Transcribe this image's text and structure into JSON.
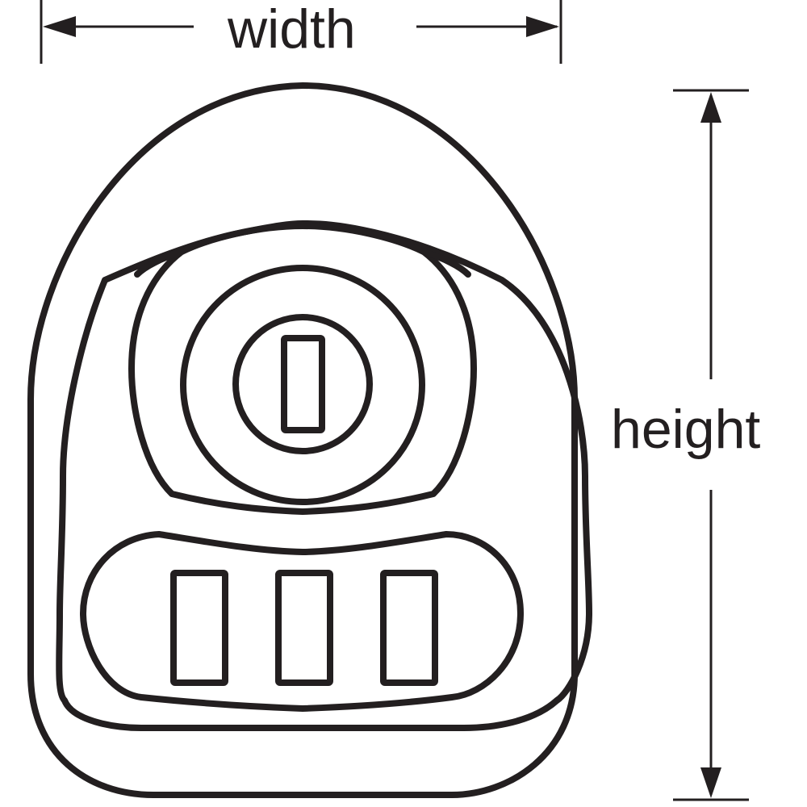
{
  "diagram": {
    "title": "Outlet adapter dimension drawing",
    "line_color": "#231f20",
    "background": "#ffffff",
    "dimensions": {
      "width": {
        "label": "width",
        "orientation": "horizontal"
      },
      "height": {
        "label": "height",
        "orientation": "vertical"
      }
    },
    "parts": {
      "body_outline": "rounded-dome outer housing",
      "inner_panel": "inner raised panel",
      "round_socket": {
        "rings": 3,
        "center_slot_count": 1
      },
      "flat_socket": {
        "slot_count": 3
      }
    }
  }
}
